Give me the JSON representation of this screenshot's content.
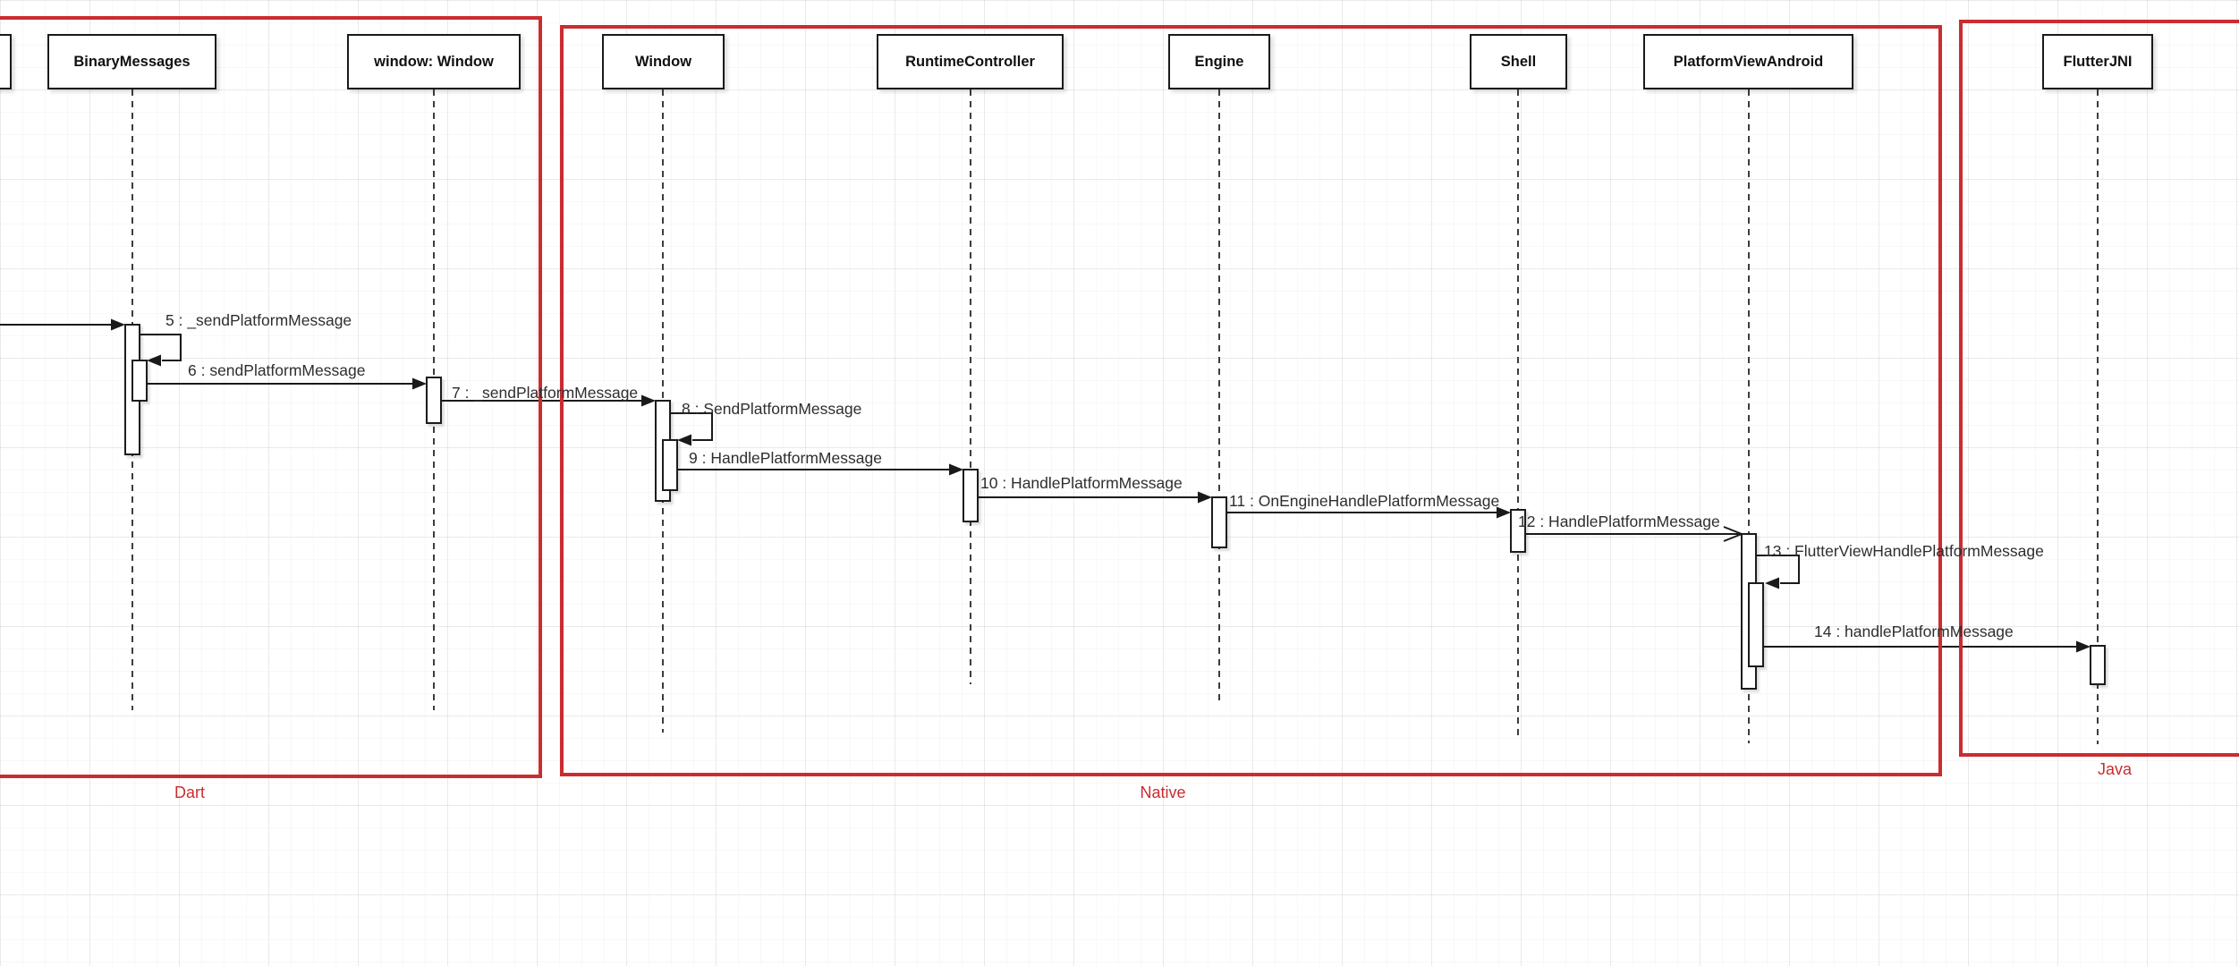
{
  "diagram_type": "uml-sequence-diagram",
  "colors": {
    "frame_red": "#cb2c30",
    "shape_stroke": "#1a1a1a",
    "background": "#ffffff"
  },
  "groups": [
    {
      "id": "dart",
      "label": "Dart"
    },
    {
      "id": "native",
      "label": "Native"
    },
    {
      "id": "java",
      "label": "Java"
    }
  ],
  "lifelines": [
    {
      "label": "BinaryMessages",
      "group": "dart"
    },
    {
      "label": "window: Window",
      "group": "dart"
    },
    {
      "label": "Window",
      "group": "native"
    },
    {
      "label": "RuntimeController",
      "group": "native"
    },
    {
      "label": "Engine",
      "group": "native"
    },
    {
      "label": "Shell",
      "group": "native"
    },
    {
      "label": "PlatformViewAndroid",
      "group": "native"
    },
    {
      "label": "FlutterJNI",
      "group": "java"
    }
  ],
  "offscreen_elements": {
    "partial_lifeline_box_top_left": true,
    "unlabeled_incoming_arrow_to": "BinaryMessages"
  },
  "messages": [
    {
      "label": "5 : _sendPlatformMessage",
      "from": "BinaryMessages",
      "to": "BinaryMessages",
      "kind": "self-call",
      "arrowhead": "filled"
    },
    {
      "label": "6 : sendPlatformMessage",
      "from": "BinaryMessages",
      "to": "window: Window",
      "kind": "call",
      "arrowhead": "filled"
    },
    {
      "label": "7 : _sendPlatformMessage",
      "from": "window: Window",
      "to": "Window",
      "kind": "call",
      "arrowhead": "filled"
    },
    {
      "label": "8 : SendPlatformMessage",
      "from": "Window",
      "to": "Window",
      "kind": "self-call",
      "arrowhead": "filled"
    },
    {
      "label": "9 : HandlePlatformMessage",
      "from": "Window",
      "to": "RuntimeController",
      "kind": "call",
      "arrowhead": "filled"
    },
    {
      "label": "10 : HandlePlatformMessage",
      "from": "RuntimeController",
      "to": "Engine",
      "kind": "call",
      "arrowhead": "filled"
    },
    {
      "label": "11 : OnEngineHandlePlatformMessage",
      "from": "Engine",
      "to": "Shell",
      "kind": "call",
      "arrowhead": "filled"
    },
    {
      "label": "12 : HandlePlatformMessage",
      "from": "Shell",
      "to": "PlatformViewAndroid",
      "kind": "async",
      "arrowhead": "open"
    },
    {
      "label": "13 : FlutterViewHandlePlatformMessage",
      "from": "PlatformViewAndroid",
      "to": "PlatformViewAndroid",
      "kind": "self-call",
      "arrowhead": "filled"
    },
    {
      "label": "14 : handlePlatformMessage",
      "from": "PlatformViewAndroid",
      "to": "FlutterJNI",
      "kind": "call",
      "arrowhead": "filled"
    }
  ]
}
